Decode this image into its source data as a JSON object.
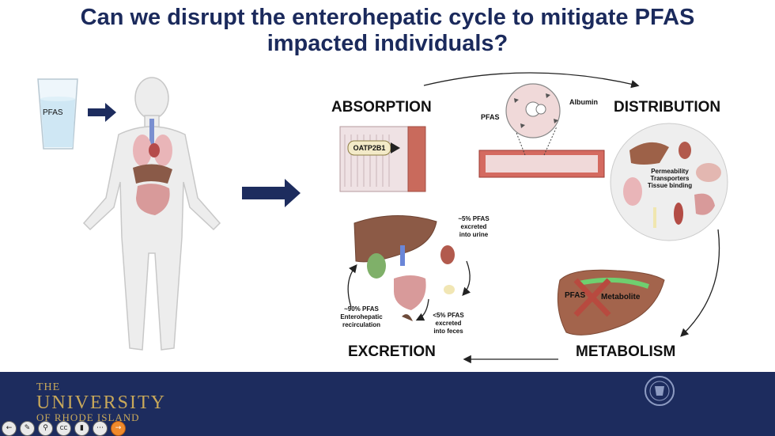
{
  "slide": {
    "title_line1": "Can we disrupt the enterohepatic cycle to mitigate PFAS",
    "title_line2": "impacted individuals?",
    "glass_label": "PFAS",
    "stages": {
      "absorption": "ABSORPTION",
      "distribution": "DISTRIBUTION",
      "metabolism": "METABOLISM",
      "excretion": "EXCRETION"
    },
    "absorption_transporter": "OATP2B1",
    "distribution_labels": {
      "pfas": "PFAS",
      "albumin": "Albumin",
      "permeability": "Permeability",
      "transporters": "Transporters",
      "tissue_binding": "Tissue binding"
    },
    "metabolism_labels": {
      "pfas": "PFAS",
      "metabolite": "Metabolite"
    },
    "excretion_labels": {
      "urine_1": "~5% PFAS",
      "urine_2": "excreted",
      "urine_3": "into urine",
      "feces_1": "<5% PFAS",
      "feces_2": "excreted",
      "feces_3": "into feces",
      "recirc_1": "~90% PFAS",
      "recirc_2": "Enterohepatic",
      "recirc_3": "recirculation"
    }
  },
  "footer": {
    "university_line1": "THE",
    "university_line2": "UNIVERSITY",
    "university_line3": "OF RHODE ISLAND",
    "colors": {
      "band": "#1d2c5e",
      "gold": "#c8a85a"
    }
  },
  "player_controls": [
    {
      "icon": "back-icon",
      "glyph": "←"
    },
    {
      "icon": "pen-icon",
      "glyph": "✎"
    },
    {
      "icon": "zoom-icon",
      "glyph": "⚲"
    },
    {
      "icon": "captions-icon",
      "glyph": "CC"
    },
    {
      "icon": "video-icon",
      "glyph": "▮"
    },
    {
      "icon": "more-icon",
      "glyph": "⋯"
    },
    {
      "icon": "forward-icon",
      "glyph": "→"
    }
  ]
}
